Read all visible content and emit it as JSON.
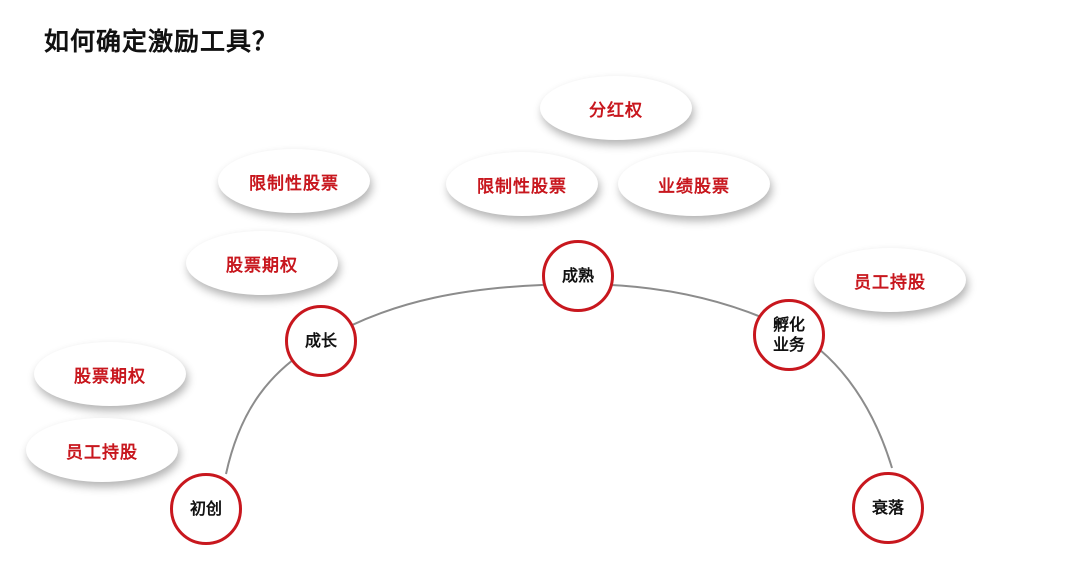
{
  "title": "如何确定激励工具？",
  "colors": {
    "accent": "#c8171e",
    "arc": "#8c8c8c",
    "text": "#111111"
  },
  "stages": [
    {
      "id": "chuchuang",
      "label": "初创"
    },
    {
      "id": "chengzhang",
      "label": "成长"
    },
    {
      "id": "chengshu",
      "label": "成熟"
    },
    {
      "id": "fuhua",
      "label": "孵化\n业务"
    },
    {
      "id": "shuailuo",
      "label": "衰落"
    }
  ],
  "tools": {
    "chuchuang": [
      "股票期权",
      "员工持股"
    ],
    "chengzhang": [
      "限制性股票",
      "股票期权"
    ],
    "chengshu": [
      "分红权",
      "限制性股票",
      "业绩股票"
    ],
    "fuhua": [
      "员工持股"
    ]
  }
}
